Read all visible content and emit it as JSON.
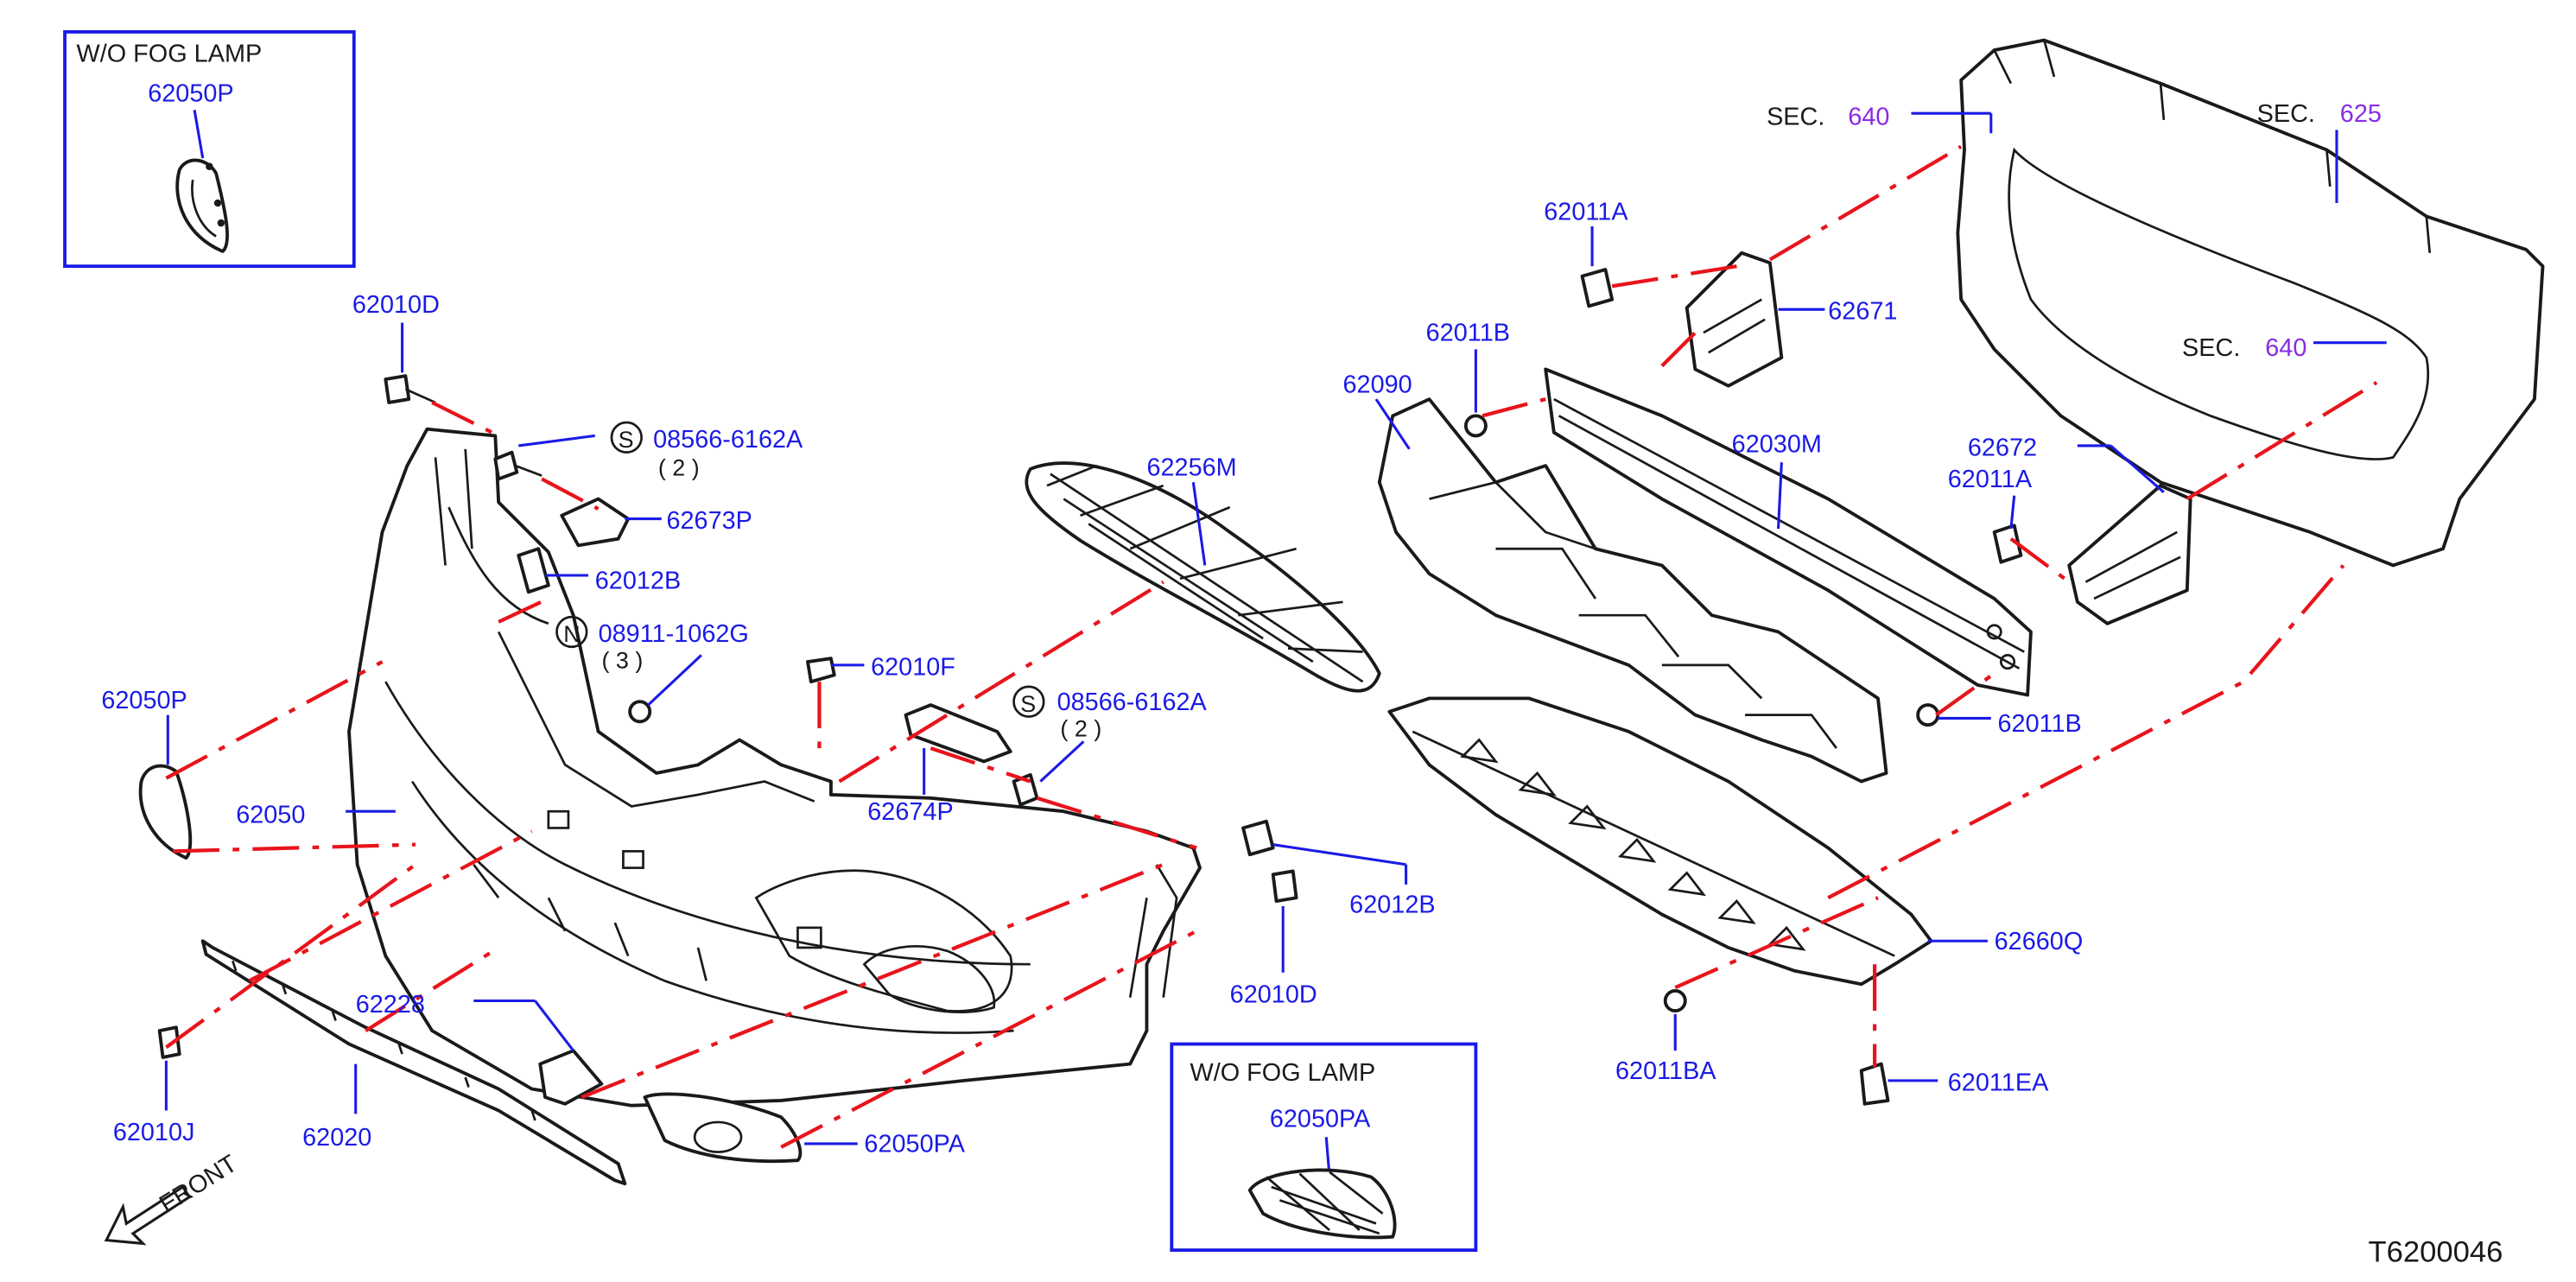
{
  "drawing_id": "T6200046",
  "insets": {
    "top_left": {
      "title": "W/O   FOG   LAMP",
      "part": "62050P"
    },
    "bottom": {
      "title": "W/O   FOG   LAMP",
      "part": "62050PA"
    }
  },
  "sections": {
    "sec_label": "SEC.",
    "sec1_num": "640",
    "sec2_num": "625",
    "sec3_num": "640"
  },
  "parts": {
    "p62010D_top": "62010D",
    "p08566_top": "08566-6162A",
    "p08566_top_qty": "(   2   )",
    "p62673P": "62673P",
    "p62012B_left": "62012B",
    "p08911": "08911-1062G",
    "p08911_qty": "(   3   )",
    "p62050P": "62050P",
    "p62050": "62050",
    "p62010F": "62010F",
    "p62256M": "62256M",
    "p08566_mid": "08566-6162A",
    "p08566_mid_qty": "(   2   )",
    "p62674P": "62674P",
    "p62012B_right": "62012B",
    "p62010D_bottom": "62010D",
    "p62228": "62228",
    "p62010J": "62010J",
    "p62020": "62020",
    "p62050PA": "62050PA",
    "p62011A_top": "62011A",
    "p62671": "62671",
    "p62011B_top": "62011B",
    "p62090": "62090",
    "p62030M": "62030M",
    "p62672": "62672",
    "p62011A_mid": "62011A",
    "p62011B_mid": "62011B",
    "p62660Q": "62660Q",
    "p62011BA": "62011BA",
    "p62011EA": "62011EA"
  },
  "symbols": {
    "s1": "S",
    "s2": "S",
    "n1": "N"
  },
  "front_label": "FRONT",
  "colors": {
    "part_number": "#1a1ae6",
    "section": "#8a2be2",
    "leader": "#e8141c",
    "outline": "#1a1a1a"
  }
}
